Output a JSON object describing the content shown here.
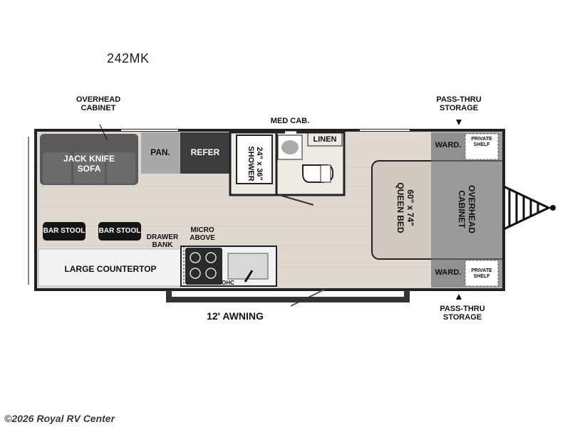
{
  "model": "242MK",
  "labels": {
    "overhead_cabinet_top": "OVERHEAD\nCABINET",
    "jack_knife_sofa": "JACK KNIFE\nSOFA",
    "pantry": "PAN.",
    "refer": "REFER",
    "med_cab": "MED CAB.",
    "linen": "LINEN",
    "shower": "24\" x 36\"\nSHOWER",
    "pass_thru_top": "PASS-THRU\nSTORAGE",
    "ward_top": "WARD.",
    "private_shelf_top": "PRIVATE\nSHELF",
    "queen_bed": "60\" x 74\"\nQUEEN BED",
    "overhead_cabinet_right": "OVERHEAD\nCABINET",
    "bar_stool_1": "BAR STOOL",
    "bar_stool_2": "BAR STOOL",
    "drawer_bank": "DRAWER\nBANK",
    "micro_above": "MICRO\nABOVE",
    "large_countertop": "LARGE COUNTERTOP",
    "ohc": "OHC",
    "ward_bottom": "WARD.",
    "private_shelf_bottom": "PRIVATE\nSHELF",
    "pass_thru_bottom": "PASS-THRU\nSTORAGE",
    "awning": "12' AWNING"
  },
  "watermark": "©2026 Royal RV Center",
  "colors": {
    "floor": "#ded8d0",
    "wall": "#222222",
    "sofa": "#5a5a5a",
    "pantry": "#a8a8a8",
    "fridge": "#3c3c3c",
    "bed": "#cfc9c0",
    "cabinet": "#9a9a9a",
    "stool": "#151515",
    "counter": "#f2f2f2"
  }
}
